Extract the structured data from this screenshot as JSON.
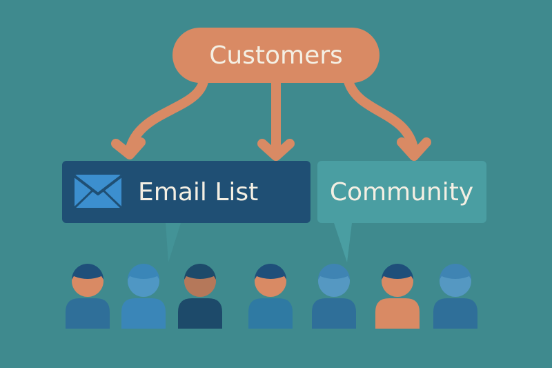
{
  "root": {
    "label": "Customers"
  },
  "branches": [
    {
      "label": "Email List",
      "icon": "envelope-icon"
    },
    {
      "label": "Community"
    }
  ],
  "people": [
    {
      "hair": "#1f4f7a",
      "skin": "#d98a64",
      "body": "#2f6f99"
    },
    {
      "hair": "#3a86b8",
      "skin": "#4f97c4",
      "body": "#3a86b8"
    },
    {
      "hair": "#1d4a6a",
      "skin": "#b5785a",
      "body": "#1d4a6a"
    },
    {
      "hair": "#1f4f7a",
      "skin": "#d98a64",
      "body": "#2f7aa3"
    },
    {
      "hair": "#3f84b3",
      "skin": "#5598c2",
      "body": "#2f6f99"
    },
    {
      "hair": "#1f4f7a",
      "skin": "#d98a64",
      "body": "#d98a64"
    },
    {
      "hair": "#3f84b3",
      "skin": "#5598c2",
      "body": "#2f6f99"
    }
  ],
  "colors": {
    "background": "#3f8a8e",
    "accent": "#d98a64",
    "email_box": "#1f4f74",
    "community_box": "#4a9ea2",
    "text_light": "#f4efe3"
  }
}
